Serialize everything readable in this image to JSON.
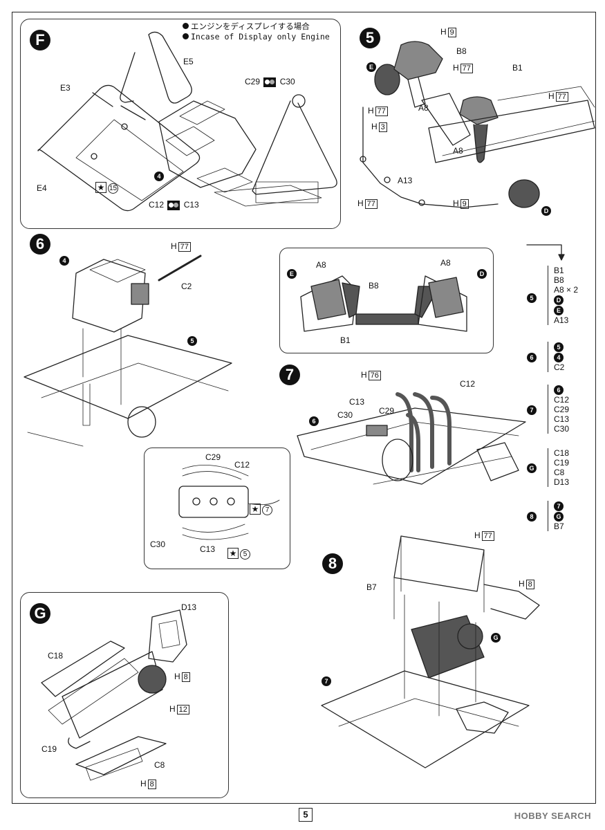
{
  "page_number": "5",
  "watermark": "HOBBY SEARCH",
  "panel_f": {
    "step": "F",
    "note_ja": "エンジンをディスプレイする場合",
    "note_en": "Incase of Display only Engine",
    "labels": {
      "e5": "E5",
      "e3": "E3",
      "e4": "E4",
      "c29": "C29",
      "c30": "C30",
      "c12": "C12",
      "c13": "C13",
      "star15": "15",
      "eng": "4"
    }
  },
  "step5": {
    "step": "5",
    "labels": {
      "h9a": "H",
      "h9a_n": "9",
      "b8": "B8",
      "h77a": "H",
      "h77a_n": "77",
      "b1": "B1",
      "h77b": "H",
      "h77b_n": "77",
      "e": "E",
      "h77c": "H",
      "h77c_n": "77",
      "a8a": "A8",
      "h3": "H",
      "h3_n": "3",
      "a8b": "A8",
      "a13": "A13",
      "h77d": "H",
      "h77d_n": "77",
      "h9b": "H",
      "h9b_n": "9",
      "d": "D"
    }
  },
  "detail_box": {
    "e": "E",
    "a8a": "A8",
    "b8": "B8",
    "a8b": "A8",
    "d": "D",
    "b1": "B1"
  },
  "step6": {
    "step": "6",
    "labels": {
      "eng": "4",
      "h77": "H",
      "h77_n": "77",
      "c2": "C2",
      "frame": "5"
    }
  },
  "detail_c": {
    "c29": "C29",
    "c12": "C12",
    "c30": "C30",
    "c13": "C13",
    "star7": "7",
    "star5": "5"
  },
  "step7": {
    "step": "7",
    "labels": {
      "h76": "H",
      "h76_n": "76",
      "c12": "C12",
      "c13": "C13",
      "c30": "C30",
      "c29": "C29",
      "frame": "6"
    }
  },
  "panel_g": {
    "step": "G",
    "labels": {
      "d13": "D13",
      "c18": "C18",
      "h8a": "H",
      "h8a_n": "8",
      "h12": "H",
      "h12_n": "12",
      "c19": "C19",
      "c8": "C8",
      "h8b": "H",
      "h8b_n": "8"
    }
  },
  "step8": {
    "step": "8",
    "labels": {
      "h77": "H",
      "h77_n": "77",
      "b7": "B7",
      "h8": "H",
      "h8_n": "8",
      "g": "G",
      "frame": "7"
    }
  },
  "summary": [
    {
      "step": "5",
      "parts": [
        "B1",
        "B8",
        "A8 × 2",
        "D",
        "E",
        "A13"
      ]
    },
    {
      "step": "6",
      "parts": [
        "5",
        "4",
        "C2"
      ]
    },
    {
      "step": "7",
      "parts": [
        "6",
        "C12",
        "C29",
        "C13",
        "C30"
      ]
    },
    {
      "step": "G",
      "parts": [
        "C18",
        "C19",
        "C8",
        "D13"
      ]
    },
    {
      "step": "8",
      "parts": [
        "7",
        "G",
        "B7"
      ]
    }
  ]
}
